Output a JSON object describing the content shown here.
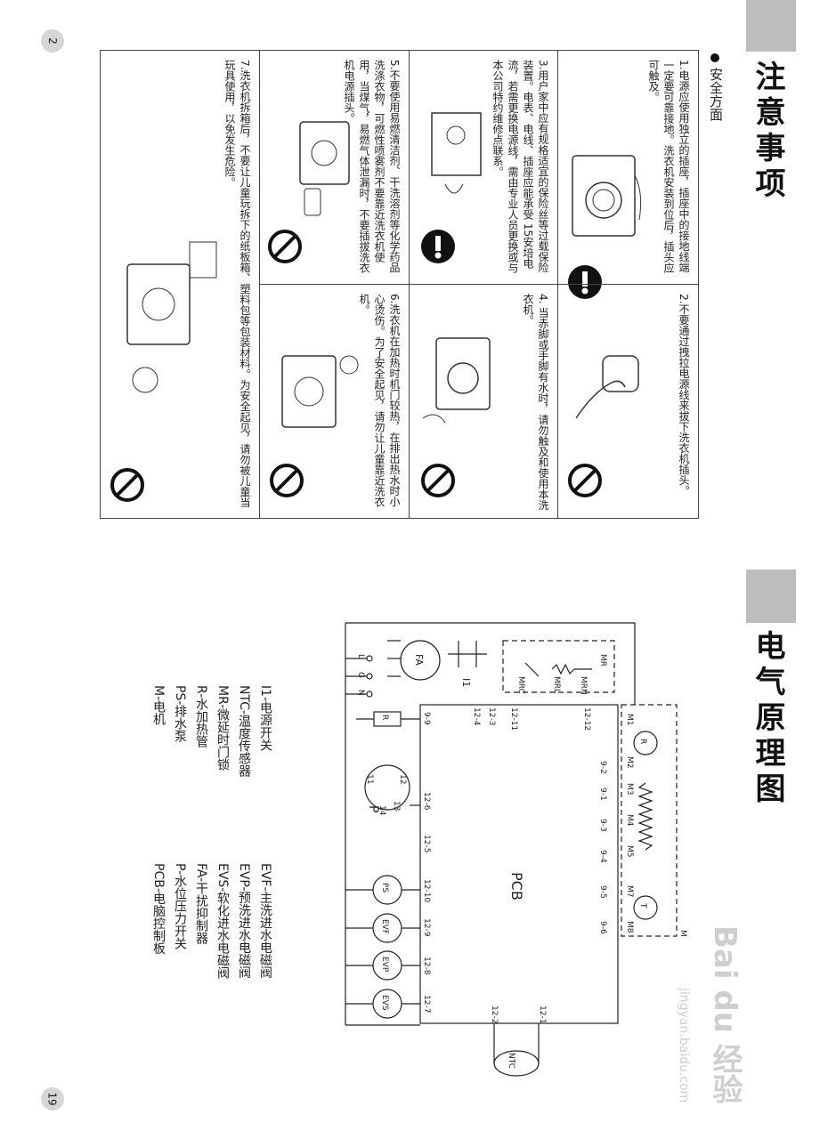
{
  "page_left": "2",
  "page_right": "19",
  "safety": {
    "title": "注意事项",
    "subtitle": "安全方面",
    "items": [
      {
        "text": "1.电源应使用独立的插座，插座中的接地线端一定要可靠接地。洗衣机安装到位后，插头应可触及。"
      },
      {
        "text": "2.不要通过拽拉电源线来拔下洗衣机插头。"
      },
      {
        "text": "3.用户家中应有规格适宜的保险丝等过载保险装置。电表、电线、插座应能承受 15安培电流，若需更换电源线，需由专业人员更换或与本公司特约维修点联系。"
      },
      {
        "text": "4. 当赤脚或手脚有水时，请勿触及和使用本洗衣机。"
      },
      {
        "text": "5.不要使用易燃清洁剂、干洗溶剂等化学药品洗涤衣物，可燃性喷雾剂不要靠近洗衣机使用，当煤气，易燃气体泄漏时，不要插拔洗衣机电源插头。"
      },
      {
        "text": "6.洗衣机在加热时机门较热，在排出热水时小心烫伤。为了安全起见，请勿让儿童靠近洗衣机。"
      },
      {
        "text": "7.洗衣机拆箱后，不要让儿童玩拆下的纸板箱、塑料包等包装材料。为安全起见，请勿被儿童当玩具使用，以免发生危险。"
      }
    ]
  },
  "circuit": {
    "title": "电气原理图",
    "labels": {
      "pcb": "PCB",
      "r": "R",
      "t": "T",
      "ntc": "NTC",
      "fa": "FA",
      "ps": "PS",
      "evf": "EVF",
      "evp": "EVP",
      "evs": "EVS",
      "i1": "I1",
      "p": "P",
      "mr": "MR",
      "m": "M",
      "mrc": "MRC",
      "mrl": "MRL",
      "mrn": "MRN",
      "l": "L",
      "g": "G",
      "n": "N",
      "m1": "M1",
      "m2": "M2",
      "m3": "M3",
      "m4": "M4",
      "m5": "M5",
      "m7": "M7",
      "m8": "M8",
      "p11": "11",
      "p12": "12",
      "p13": "13",
      "p14": "14"
    },
    "pins_top": [
      "9-2",
      "9-1",
      "9-3",
      "9-4",
      "9-5",
      "9-6"
    ],
    "pins_bottom": [
      "9-9",
      "12-6",
      "12-5",
      "12-10",
      "12-9",
      "12-8",
      "12-7"
    ],
    "pins_left": [
      "12-12",
      "12-11",
      "12-3",
      "12-4"
    ],
    "pins_right": [
      "12-1",
      "12-2"
    ],
    "legend_left": [
      "I1-电源开关",
      "NTC-温度传感器",
      "MR-微延时门锁",
      "R-水加热管",
      "PS-排水泵",
      "M-电机"
    ],
    "legend_right": [
      "EVF-主洗进水电磁阀",
      "EVP-预洗进水电磁阀",
      "EVS-软化进水电磁阀",
      "FA-干扰抑制器",
      "P-水位压力开关",
      "PCB-电脑控制板"
    ]
  },
  "watermark": {
    "brand": "Bai du 经验",
    "url": "jingyan.baidu.com"
  }
}
